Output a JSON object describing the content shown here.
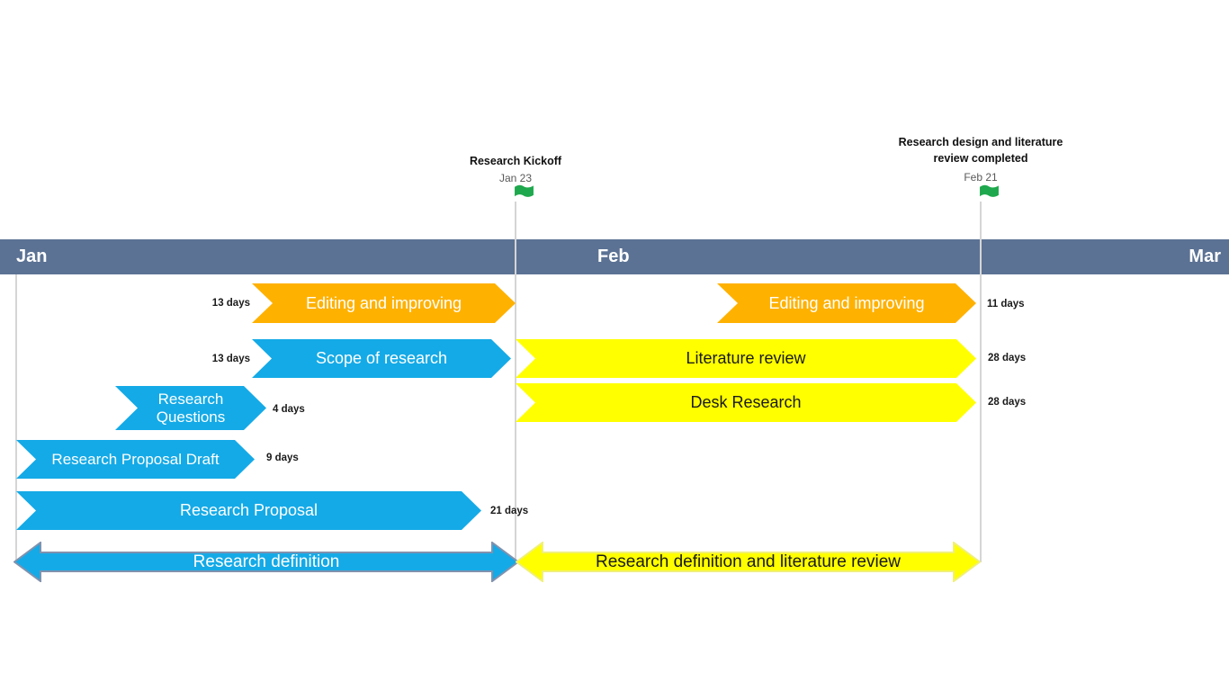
{
  "header": {
    "months": [
      "Jan",
      "Feb",
      "Mar"
    ],
    "bar_color": "#5B7294",
    "text_color": "#FFFFFF"
  },
  "milestones": [
    {
      "title": "Research Kickoff",
      "date": "Jan 23",
      "flag_color": "#1FA84D"
    },
    {
      "title": "Research design and literature review completed",
      "date": "Feb 21",
      "flag_color": "#1FA84D"
    }
  ],
  "tasks": [
    {
      "label": "Editing and improving",
      "duration": "13 days",
      "color": "#FFB100",
      "text_color": "#FFFFFF"
    },
    {
      "label": "Editing and improving",
      "duration": "11 days",
      "color": "#FFB100",
      "text_color": "#FFFFFF"
    },
    {
      "label": "Scope of research",
      "duration": "13 days",
      "color": "#14AAE7",
      "text_color": "#FFFFFF"
    },
    {
      "label": "Literature review",
      "duration": "28 days",
      "color": "#FFFF00",
      "text_color": "#1A1A1A"
    },
    {
      "label": "Research Questions",
      "duration": "4 days",
      "color": "#14AAE7",
      "text_color": "#FFFFFF"
    },
    {
      "label": "Desk Research",
      "duration": "28 days",
      "color": "#FFFF00",
      "text_color": "#1A1A1A"
    },
    {
      "label": "Research Proposal Draft",
      "duration": "9 days",
      "color": "#14AAE7",
      "text_color": "#FFFFFF"
    },
    {
      "label": "Research Proposal",
      "duration": "21 days",
      "color": "#14AAE7",
      "text_color": "#FFFFFF"
    }
  ],
  "summaries": [
    {
      "label": "Research definition",
      "color": "#14AAE7",
      "stroke": "#8092AE",
      "text_color": "#FFFFFF"
    },
    {
      "label": "Research definition and literature review",
      "color": "#FFFF00",
      "stroke": "#F0F07A",
      "text_color": "#1A1A1A"
    }
  ],
  "colors": {
    "gridline": "#D5D5D5",
    "flag_green": "#1FA84D"
  },
  "chart_data": {
    "type": "bar",
    "subtype": "gantt_timeline",
    "x_axis": {
      "unit": "months",
      "ticks": [
        "Jan",
        "Feb",
        "Mar"
      ]
    },
    "milestones": [
      {
        "name": "Research Kickoff",
        "date": "Jan 23"
      },
      {
        "name": "Research design and literature review completed",
        "date": "Feb 21"
      }
    ],
    "tasks": [
      {
        "name": "Editing and improving",
        "duration_days": 13,
        "ends_at": "Jan 23",
        "color": "orange"
      },
      {
        "name": "Editing and improving",
        "duration_days": 11,
        "ends_at": "Feb 21",
        "color": "orange"
      },
      {
        "name": "Scope of research",
        "duration_days": 13,
        "ends_at": "Jan 23",
        "color": "blue"
      },
      {
        "name": "Literature review",
        "duration_days": 28,
        "starts_at": "Jan 23",
        "ends_at": "Feb 21",
        "color": "yellow"
      },
      {
        "name": "Research Questions",
        "duration_days": 4,
        "color": "blue"
      },
      {
        "name": "Desk Research",
        "duration_days": 28,
        "starts_at": "Jan 23",
        "ends_at": "Feb 21",
        "color": "yellow"
      },
      {
        "name": "Research Proposal Draft",
        "duration_days": 9,
        "color": "blue"
      },
      {
        "name": "Research Proposal",
        "duration_days": 21,
        "color": "blue"
      },
      {
        "name": "Research definition",
        "role": "summary",
        "ends_at": "Jan 23",
        "color": "blue"
      },
      {
        "name": "Research definition and literature review",
        "role": "summary",
        "starts_at": "Jan 23",
        "ends_at": "Feb 21",
        "color": "yellow"
      }
    ],
    "legend": false,
    "grid": "milestone drop lines only"
  }
}
